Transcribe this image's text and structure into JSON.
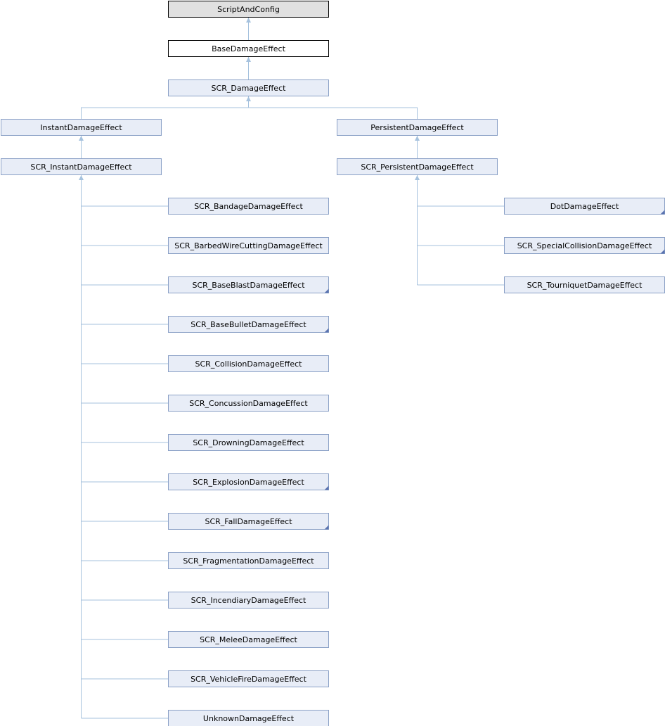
{
  "colors": {
    "node_fill": "#e8edf7",
    "node_border": "#8aa0c6",
    "external_fill": "#e0e0e0",
    "external_border": "#000000",
    "current_fill": "#ffffff",
    "current_border": "#000000",
    "edge": "#a6c2de",
    "corner_marker": "#5a73b0"
  },
  "nodes": [
    {
      "id": "n0",
      "label": "ScriptAndConfig",
      "style": "external"
    },
    {
      "id": "n1",
      "label": "BaseDamageEffect",
      "style": "current"
    },
    {
      "id": "n2",
      "label": "SCR_DamageEffect",
      "style": "normal"
    },
    {
      "id": "n3",
      "label": "InstantDamageEffect",
      "style": "normal"
    },
    {
      "id": "n4",
      "label": "PersistentDamageEffect",
      "style": "normal"
    },
    {
      "id": "n5",
      "label": "SCR_InstantDamageEffect",
      "style": "normal"
    },
    {
      "id": "n6",
      "label": "SCR_PersistentDamageEffect",
      "style": "normal"
    },
    {
      "id": "n7",
      "label": "SCR_BandageDamageEffect",
      "style": "normal"
    },
    {
      "id": "n8",
      "label": "SCR_BarbedWireCuttingDamageEffect",
      "style": "normal"
    },
    {
      "id": "n9",
      "label": "SCR_BaseBlastDamageEffect",
      "style": "normal",
      "has_children": true
    },
    {
      "id": "n10",
      "label": "SCR_BaseBulletDamageEffect",
      "style": "normal",
      "has_children": true
    },
    {
      "id": "n11",
      "label": "SCR_CollisionDamageEffect",
      "style": "normal"
    },
    {
      "id": "n12",
      "label": "SCR_ConcussionDamageEffect",
      "style": "normal"
    },
    {
      "id": "n13",
      "label": "SCR_DrowningDamageEffect",
      "style": "normal"
    },
    {
      "id": "n14",
      "label": "SCR_ExplosionDamageEffect",
      "style": "normal",
      "has_children": true
    },
    {
      "id": "n15",
      "label": "SCR_FallDamageEffect",
      "style": "normal",
      "has_children": true
    },
    {
      "id": "n16",
      "label": "SCR_FragmentationDamageEffect",
      "style": "normal"
    },
    {
      "id": "n17",
      "label": "SCR_IncendiaryDamageEffect",
      "style": "normal"
    },
    {
      "id": "n18",
      "label": "SCR_MeleeDamageEffect",
      "style": "normal"
    },
    {
      "id": "n19",
      "label": "SCR_VehicleFireDamageEffect",
      "style": "normal"
    },
    {
      "id": "n20",
      "label": "UnknownDamageEffect",
      "style": "normal"
    },
    {
      "id": "n21",
      "label": "DotDamageEffect",
      "style": "normal",
      "has_children": true
    },
    {
      "id": "n22",
      "label": "SCR_SpecialCollisionDamageEffect",
      "style": "normal",
      "has_children": true
    },
    {
      "id": "n23",
      "label": "SCR_TourniquetDamageEffect",
      "style": "normal"
    }
  ],
  "edges": [
    {
      "parent": "n0",
      "child": "n1"
    },
    {
      "parent": "n1",
      "child": "n2"
    },
    {
      "parent": "n2",
      "child": "n3"
    },
    {
      "parent": "n2",
      "child": "n4"
    },
    {
      "parent": "n3",
      "child": "n5"
    },
    {
      "parent": "n4",
      "child": "n6"
    },
    {
      "parent": "n5",
      "child": "n7"
    },
    {
      "parent": "n5",
      "child": "n8"
    },
    {
      "parent": "n5",
      "child": "n9"
    },
    {
      "parent": "n5",
      "child": "n10"
    },
    {
      "parent": "n5",
      "child": "n11"
    },
    {
      "parent": "n5",
      "child": "n12"
    },
    {
      "parent": "n5",
      "child": "n13"
    },
    {
      "parent": "n5",
      "child": "n14"
    },
    {
      "parent": "n5",
      "child": "n15"
    },
    {
      "parent": "n5",
      "child": "n16"
    },
    {
      "parent": "n5",
      "child": "n17"
    },
    {
      "parent": "n5",
      "child": "n18"
    },
    {
      "parent": "n5",
      "child": "n19"
    },
    {
      "parent": "n5",
      "child": "n20"
    },
    {
      "parent": "n6",
      "child": "n21"
    },
    {
      "parent": "n6",
      "child": "n22"
    },
    {
      "parent": "n6",
      "child": "n23"
    }
  ]
}
